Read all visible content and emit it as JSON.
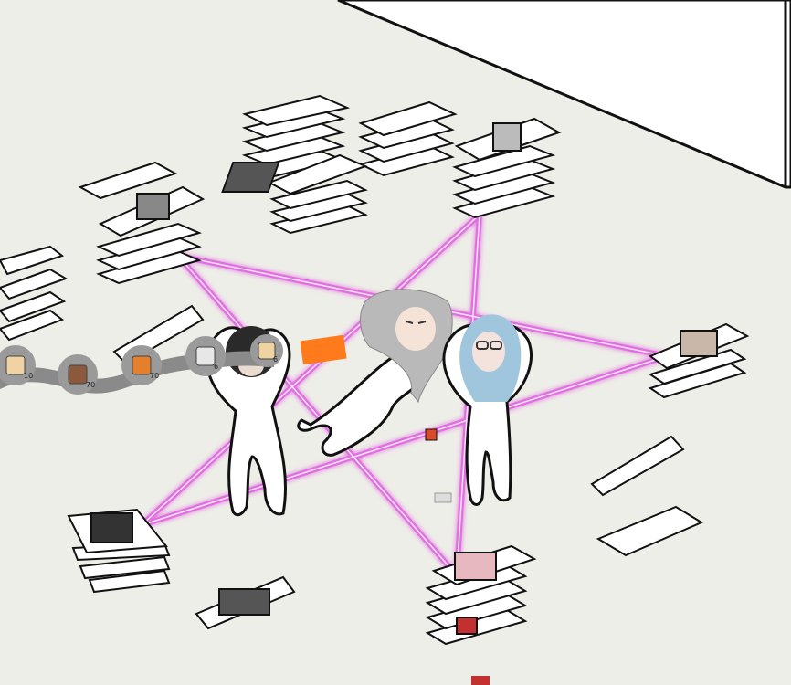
{
  "scene": {
    "colors": {
      "floor": "#eeeee8",
      "wall": "#ffffff",
      "outline": "#111111",
      "ritual_line": "#e070e0",
      "ritual_glow": "#f4b8f4",
      "inventory_bar": "#8a8a8a",
      "selected_slot": "#ff7a1a",
      "hair_silver": "#b9b9b9",
      "hair_blue": "#9fc6dc",
      "hair_dark": "#2a2a2a"
    }
  },
  "inventory": {
    "slots": [
      {
        "icon": "bread-toast-icon",
        "count": "10"
      },
      {
        "icon": "cookie-box-icon",
        "count": "70"
      },
      {
        "icon": "orange-crate-icon",
        "count": "70"
      },
      {
        "icon": "jar-icon",
        "count": "6"
      },
      {
        "icon": "toast-icon",
        "count": "6"
      }
    ]
  },
  "characters": [
    {
      "name": "dark-haired-figure",
      "hair": "dark"
    },
    {
      "name": "silver-haired-figure",
      "hair": "silver"
    },
    {
      "name": "blue-haired-figure",
      "hair": "blue"
    }
  ]
}
